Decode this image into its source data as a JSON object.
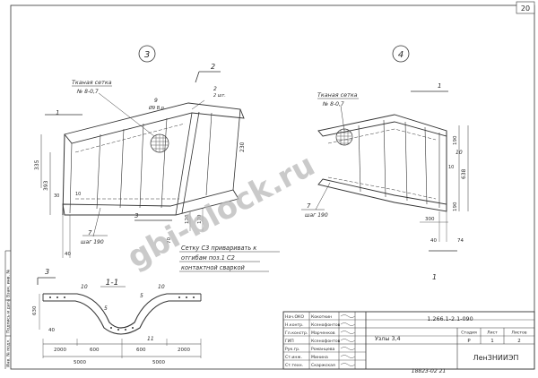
{
  "page_number": "20",
  "node_labels": [
    "3",
    "4"
  ],
  "section_mark": "2",
  "section_mark_sub": "2 шт.",
  "mesh_left": {
    "title": "Тканая сетка",
    "spec": "№ 8-0,7"
  },
  "mesh_right": {
    "title": "Тканая сетка",
    "spec": "№ 8-0,7"
  },
  "marks_left": {
    "m9": "9",
    "m9_dim": "Ø9 В.р.",
    "m1": "1",
    "m3": "3",
    "m7": "7",
    "step": "шаг 190",
    "d335": "335",
    "d393": "393",
    "d30": "30",
    "d10": "10",
    "d230": "230",
    "d40": "40",
    "d170": "170",
    "d120": "120",
    "d70": "70"
  },
  "marks_right": {
    "m10": "10",
    "m7": "7",
    "m1": "1",
    "step": "шаг 190",
    "d190": "190",
    "d638": "638",
    "d300": "300",
    "d40": "40",
    "d74": "74",
    "d10": "10"
  },
  "note": {
    "line1": "Сетку С3 приваривать к",
    "line2": "отгибам поз.1  С2",
    "line3": "контактной сваркой"
  },
  "section_title": "1-1",
  "section_marks": {
    "m3": "3",
    "m10a": "10",
    "m5a": "5",
    "m5b": "5",
    "m10b": "10",
    "m11": "11",
    "d630": "630",
    "d40": "40"
  },
  "bottom_dims": [
    "2000",
    "600",
    "600",
    "2000",
    "5000",
    "5000"
  ],
  "watermark": "gbi-block.ru",
  "left_strip": [
    "Инв. № подл.",
    "Подпись и дата",
    "Взам. инв. №"
  ],
  "title_block": {
    "code": "1.266.1-2.1-090",
    "sheet_name": "Узлы 3,4",
    "stage_header": "Стадия",
    "sheet_header": "Лист",
    "sheets_header": "Листов",
    "stage": "Р",
    "sheet": "1",
    "sheets": "2",
    "org": "ЛенЗНИИЭП",
    "stamp": "18823-02 21",
    "signatures": [
      {
        "role": "Нач.ОКО",
        "name": "Кокоткин"
      },
      {
        "role": "Н.контр.",
        "name": "Ксенофонтов"
      },
      {
        "role": "Гл.констр.",
        "name": "Марченков"
      },
      {
        "role": "ГИП",
        "name": "Ксенофонтов"
      },
      {
        "role": "Рук.гр.",
        "name": "Романцева"
      },
      {
        "role": "Ст.инж.",
        "name": "Минина"
      },
      {
        "role": "Ст.техн.",
        "name": "Скаржская"
      }
    ]
  }
}
